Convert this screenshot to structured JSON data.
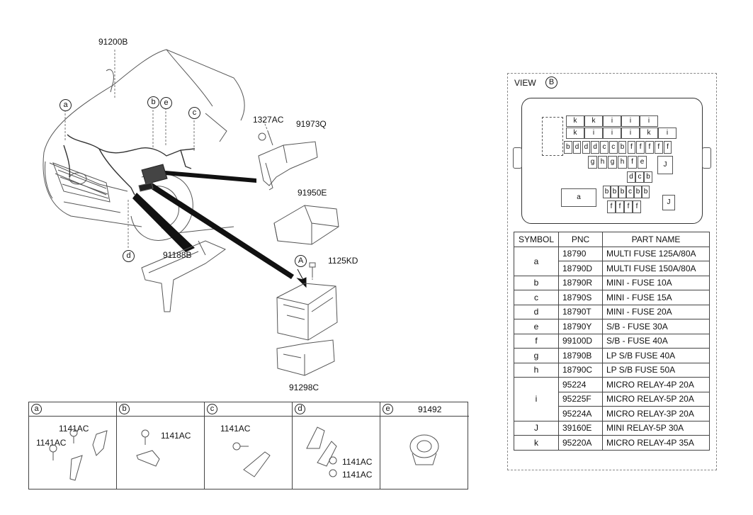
{
  "main_labels": {
    "harness": "91200B",
    "clip": "1327AC",
    "bracket": "91973Q",
    "cover": "91950E",
    "support": "91188B",
    "bolt": "1125KD",
    "lower_case": "91298C"
  },
  "markers": {
    "a": "a",
    "b": "b",
    "c": "c",
    "d": "d",
    "e": "e",
    "A": "A",
    "B": "B"
  },
  "view": {
    "title": "VIEW",
    "ref": "B"
  },
  "fuse_cells": {
    "r1": [
      "k",
      "k",
      "i",
      "i",
      "i"
    ],
    "r2": [
      "k",
      "i",
      "i",
      "i",
      "k",
      "i"
    ],
    "r3": [
      "b",
      "d",
      "d",
      "d",
      "c",
      "c",
      "b",
      "f",
      "f",
      "f",
      "f",
      "f"
    ],
    "r4": [
      "g",
      "h",
      "g",
      "h",
      "f",
      "e"
    ],
    "r5": [
      "d",
      "c",
      "b"
    ],
    "r6": [
      "b",
      "b",
      "b",
      "c",
      "b",
      "b"
    ],
    "r7": [
      "f",
      "f",
      "f",
      "f"
    ],
    "a_block": "a",
    "J1": "J",
    "J2": "J"
  },
  "table": {
    "headers": [
      "SYMBOL",
      "PNC",
      "PART NAME"
    ],
    "groups": [
      {
        "symbol": "a",
        "rows": [
          [
            "18790",
            "MULTI FUSE 125A/80A"
          ],
          [
            "18790D",
            "MULTI FUSE 150A/80A"
          ]
        ]
      },
      {
        "symbol": "b",
        "rows": [
          [
            "18790R",
            "MINI - FUSE 10A"
          ]
        ]
      },
      {
        "symbol": "c",
        "rows": [
          [
            "18790S",
            "MINI - FUSE 15A"
          ]
        ]
      },
      {
        "symbol": "d",
        "rows": [
          [
            "18790T",
            "MINI - FUSE 20A"
          ]
        ]
      },
      {
        "symbol": "e",
        "rows": [
          [
            "18790Y",
            "S/B - FUSE 30A"
          ]
        ]
      },
      {
        "symbol": "f",
        "rows": [
          [
            "99100D",
            "S/B - FUSE 40A"
          ]
        ]
      },
      {
        "symbol": "g",
        "rows": [
          [
            "18790B",
            "LP S/B FUSE 40A"
          ]
        ]
      },
      {
        "symbol": "h",
        "rows": [
          [
            "18790C",
            "LP S/B FUSE 50A"
          ]
        ]
      },
      {
        "symbol": "i",
        "rows": [
          [
            "95224",
            "MICRO RELAY-4P 20A"
          ],
          [
            "95225F",
            "MICRO RELAY-5P 20A"
          ],
          [
            "95224A",
            "MICRO RELAY-3P 20A"
          ]
        ]
      },
      {
        "symbol": "J",
        "rows": [
          [
            "39160E",
            "MINI RELAY-5P 30A"
          ]
        ]
      },
      {
        "symbol": "k",
        "rows": [
          [
            "95220A",
            "MICRO RELAY-4P 35A"
          ]
        ]
      }
    ]
  },
  "details": {
    "a": {
      "marker": "a",
      "label_1": "1141AC",
      "label_2": "1141AC"
    },
    "b": {
      "marker": "b",
      "label_1": "1141AC"
    },
    "c": {
      "marker": "c",
      "label_1": "1141AC"
    },
    "d": {
      "marker": "d",
      "label_1": "1141AC",
      "label_2": "1141AC"
    },
    "e": {
      "marker": "e",
      "part": "91492"
    }
  }
}
